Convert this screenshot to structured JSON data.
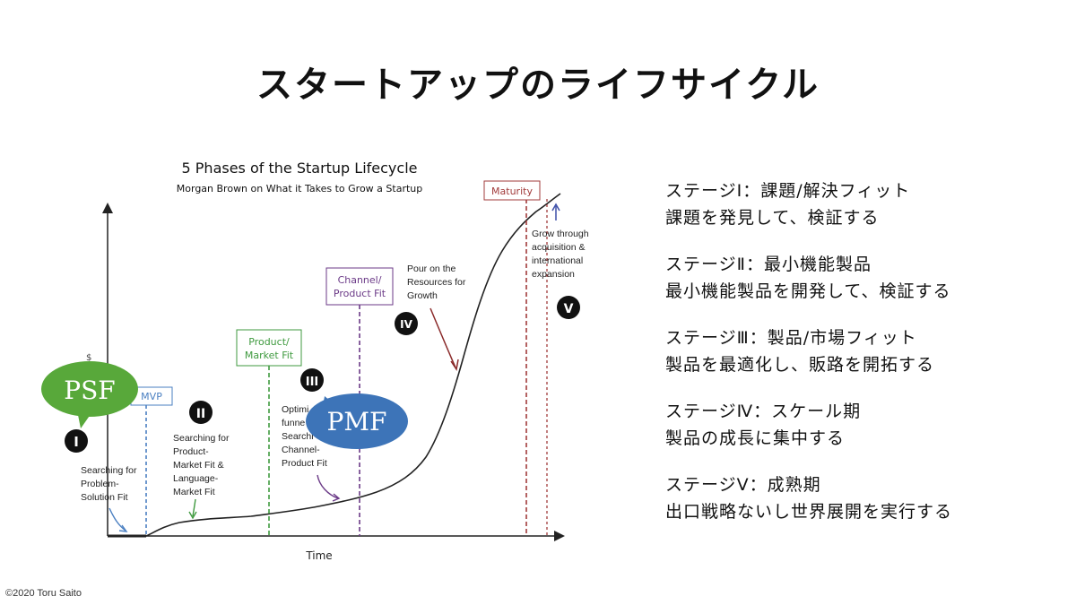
{
  "slide": {
    "title": "スタートアップのライフサイクル",
    "copyright": "©2020 Toru Saito"
  },
  "diagram": {
    "title": "5 Phases of the Startup Lifecycle",
    "subtitle": "Morgan Brown on What it Takes to Grow a Startup",
    "x_axis_label": "Time",
    "y_axis_label_fragment": "$",
    "milestones": [
      {
        "label": "MVP",
        "color": "#4a7fc1"
      },
      {
        "label_lines": [
          "Product/",
          "Market Fit"
        ],
        "color": "#3f9a3f"
      },
      {
        "label_lines": [
          "Channel/",
          "Product Fit"
        ],
        "color": "#6b3a87"
      },
      {
        "label": "Maturity",
        "color": "#a23b3b"
      }
    ],
    "phase_markers": [
      "I",
      "II",
      "III",
      "IV",
      "V"
    ],
    "phase_notes": {
      "I": [
        "Searching for",
        "Problem-",
        "Solution Fit"
      ],
      "II": [
        "Searching for",
        "Product-",
        "Market Fit &",
        "Language-",
        "Market Fit"
      ],
      "III": [
        "Optimi",
        "funne",
        "Searchi",
        "Channel-",
        "Product Fit"
      ],
      "IV": [
        "Pour on the",
        "Resources for",
        "Growth"
      ],
      "V": [
        "Grow through",
        "acquisition &",
        "international",
        "expansion"
      ]
    },
    "bubbles": {
      "psf": {
        "label": "PSF",
        "color": "#58a83a"
      },
      "pmf": {
        "label": "PMF",
        "color": "#3d74b8"
      }
    }
  },
  "stages": [
    {
      "heading": "ステージⅠ：課題/解決フィット",
      "desc": "課題を発見して、検証する"
    },
    {
      "heading": "ステージⅡ：最小機能製品",
      "desc": "最小機能製品を開発して、検証する"
    },
    {
      "heading": "ステージⅢ：製品/市場フィット",
      "desc": "製品を最適化し、販路を開拓する"
    },
    {
      "heading": "ステージⅣ：スケール期",
      "desc": "製品の成長に集中する"
    },
    {
      "heading": "ステージⅤ：成熟期",
      "desc": "出口戦略ないし世界展開を実行する"
    }
  ]
}
